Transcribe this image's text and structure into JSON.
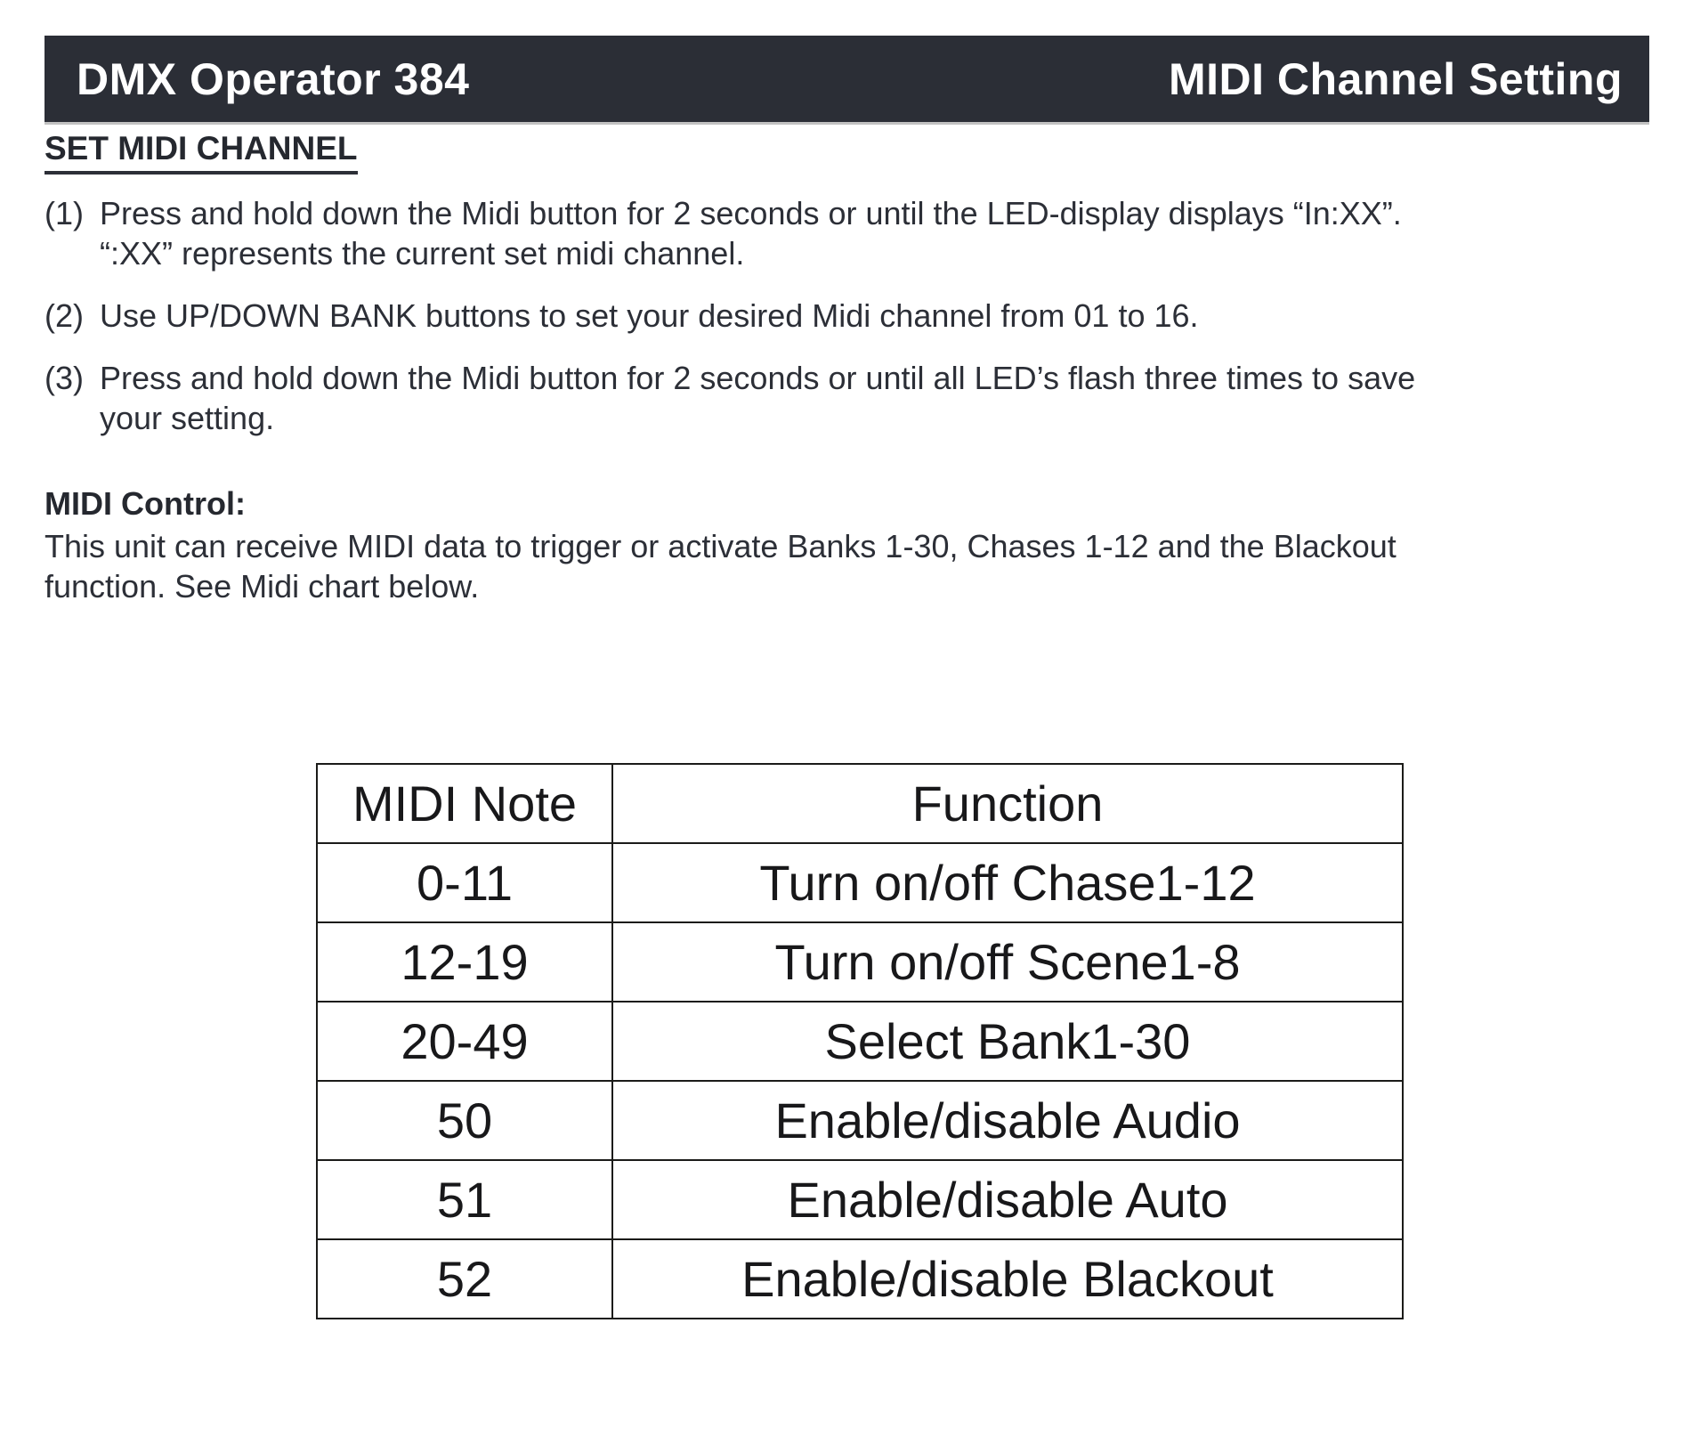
{
  "page": {
    "header": {
      "left": "DMX Operator 384",
      "right": "MIDI Channel Setting"
    },
    "section_title": "SET MIDI CHANNEL",
    "steps": [
      {
        "marker": "(1)",
        "text": "Press and hold down the Midi button for 2 seconds or until the LED-display displays “In:XX”.\n“:XX” represents the current set midi channel."
      },
      {
        "marker": "(2)",
        "text": "Use UP/DOWN BANK buttons to set your desired Midi channel from 01 to 16."
      },
      {
        "marker": "(3)",
        "text": "Press and hold down the Midi button for 2 seconds or until all LED’s flash three times to save\nyour setting."
      }
    ],
    "midi_control": {
      "title": "MIDI Control:",
      "body": "This unit can receive MIDI data to trigger or activate Banks 1-30, Chases 1-12 and the Blackout\nfunction. See Midi chart below."
    }
  },
  "table": {
    "headers": [
      "MIDI Note",
      "Function"
    ],
    "rows": [
      {
        "note": "0-11",
        "function": "Turn on/off Chase1-12"
      },
      {
        "note": "12-19",
        "function": "Turn on/off Scene1-8"
      },
      {
        "note": "20-49",
        "function": "Select Bank1-30"
      },
      {
        "note": "50",
        "function": "Enable/disable Audio"
      },
      {
        "note": "51",
        "function": "Enable/disable Auto"
      },
      {
        "note": "52",
        "function": "Enable/disable Blackout"
      }
    ]
  },
  "colors": {
    "header_bar": "#2b2e36",
    "body_text": "#2c2f37",
    "table_border": "#1b1b19"
  }
}
